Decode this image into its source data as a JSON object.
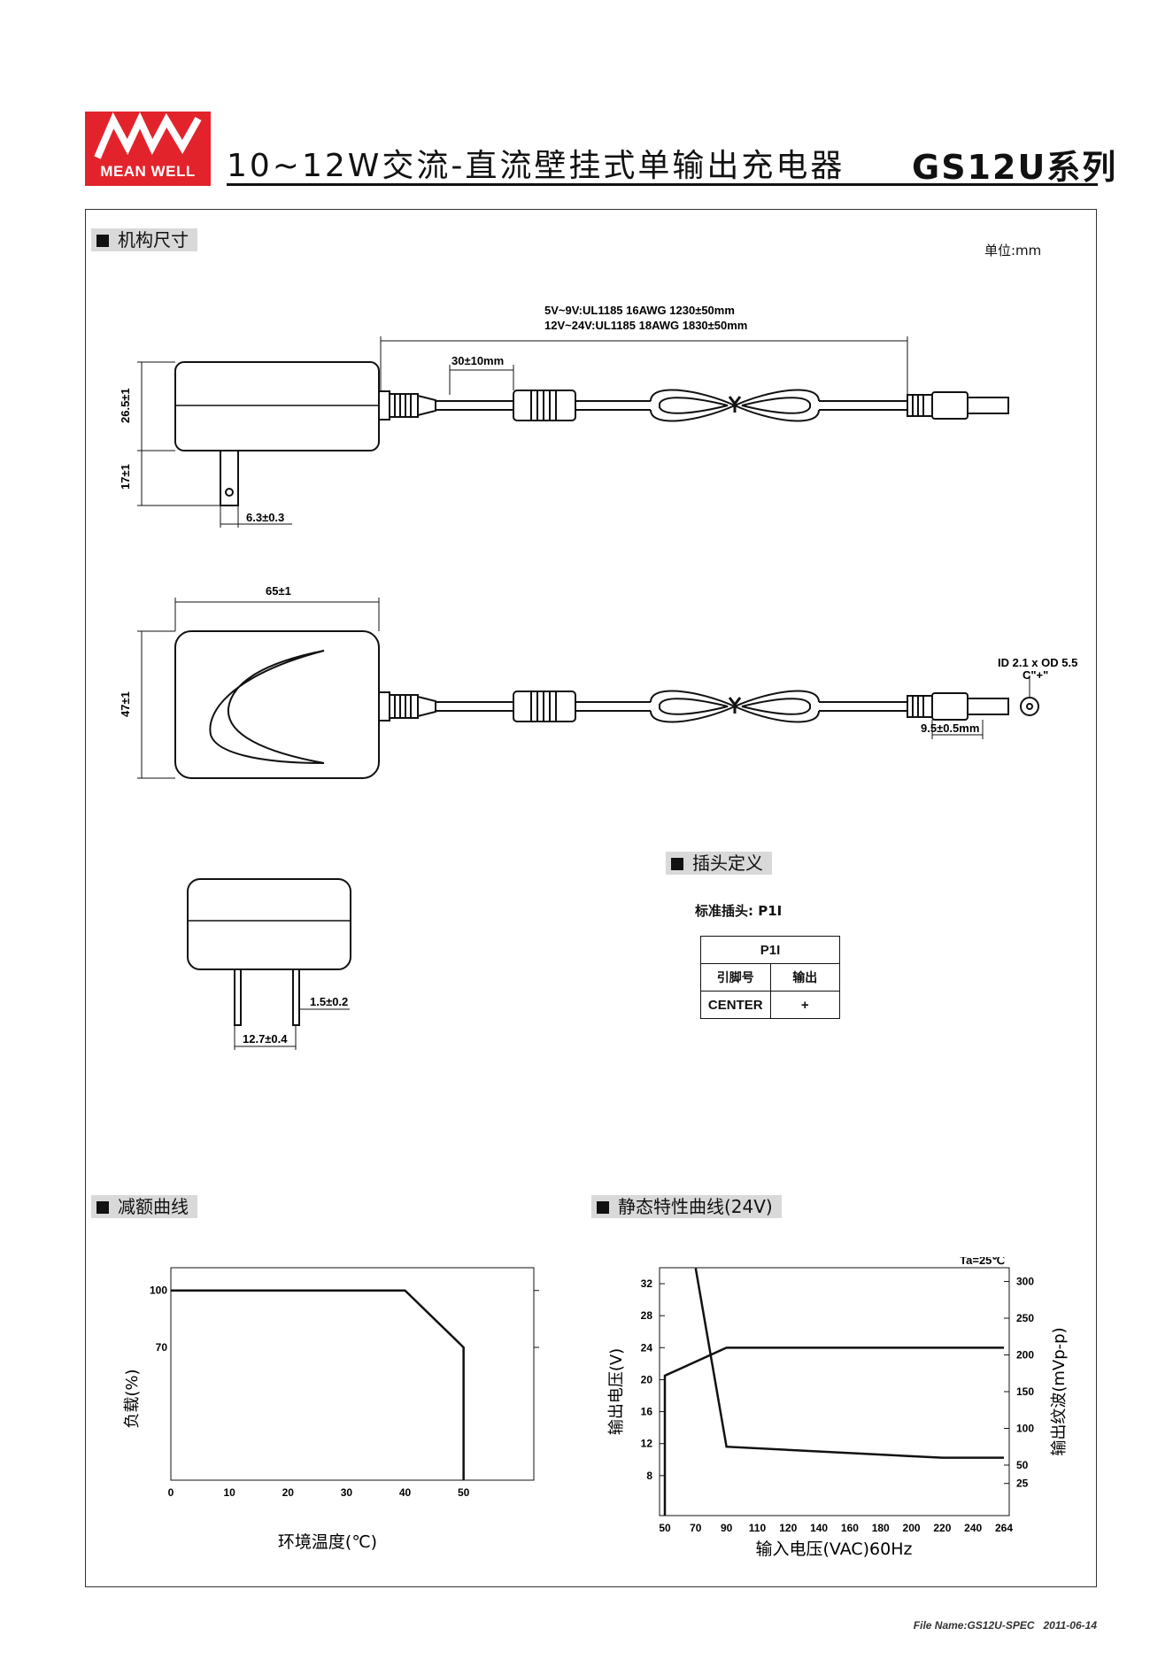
{
  "header": {
    "logo_text": "MEAN WELL",
    "title": "10~12W交流-直流壁挂式单输出充电器",
    "model": "GS12U系列"
  },
  "mechanical": {
    "section_title": "机构尺寸",
    "unit_label": "单位:mm",
    "cable_spec_1": "5V~9V:UL1185 16AWG 1230±50mm",
    "cable_spec_2": "12V~24V:UL1185 18AWG 1830±50mm",
    "dim_ferrite": "30±10mm",
    "dim_height": "26.5±1",
    "dim_pin_len": "17±1",
    "dim_pin_pos": "6.3±0.3",
    "dim_width": "65±1",
    "dim_depth": "47±1",
    "plug_spec": "ID 2.1 x OD 5.5",
    "polarity": "C\"+\"",
    "dim_plug_len": "9.5±0.5mm",
    "dim_pin_thick": "1.5±0.2",
    "dim_pin_pitch": "12.7±0.4"
  },
  "plug": {
    "section_title": "插头定义",
    "standard_label": "标准插头: P1I",
    "table": {
      "title": "P1I",
      "headers": [
        "引脚号",
        "输出"
      ],
      "rows": [
        [
          "CENTER",
          "+"
        ]
      ]
    }
  },
  "derating": {
    "section_title": "减额曲线",
    "ylabel": "负载(%)",
    "xlabel": "环境温度(℃)"
  },
  "static": {
    "section_title": "静态特性曲线(24V)",
    "condition": "Ta=25℃",
    "ylabel_left": "输出电压(V)",
    "ylabel_right": "输出纹波(mVp-p)",
    "xlabel": "输入电压(VAC)60Hz"
  },
  "chart_data": [
    {
      "type": "line",
      "xlabel": "环境温度(℃)",
      "ylabel": "负载(%)",
      "xlim": [
        0,
        62
      ],
      "ylim": [
        0,
        112
      ],
      "x_ticks": [
        0,
        10,
        20,
        30,
        40,
        50
      ],
      "y_ticks": [
        70,
        100
      ],
      "series": [
        {
          "x": [
            0,
            40,
            50,
            50
          ],
          "values": [
            100,
            100,
            70,
            0
          ]
        }
      ]
    },
    {
      "type": "line",
      "xlabel": "输入电压(VAC)60Hz",
      "ylabel": "输出电压(V)",
      "ylabel_right": "输出纹波(mVp-p)",
      "x_categories": [
        "50",
        "70",
        "90",
        "110",
        "120",
        "140",
        "160",
        "180",
        "200",
        "220",
        "240",
        "264"
      ],
      "y_left_ticks": [
        8,
        12,
        16,
        20,
        24,
        28,
        32
      ],
      "y_right_ticks": [
        25,
        50,
        100,
        150,
        200,
        250,
        300
      ],
      "ylim_left": [
        3,
        34
      ],
      "ylim_right": [
        -18.75,
        318.75
      ],
      "series": [
        {
          "axis": "left",
          "x": [
            "50",
            "50",
            "90",
            "264"
          ],
          "values": [
            3,
            20.5,
            24,
            24
          ]
        },
        {
          "axis": "right",
          "x": [
            "70",
            "90",
            "220",
            "264"
          ],
          "values": [
            318,
            75,
            60,
            60
          ]
        }
      ]
    }
  ]
}
